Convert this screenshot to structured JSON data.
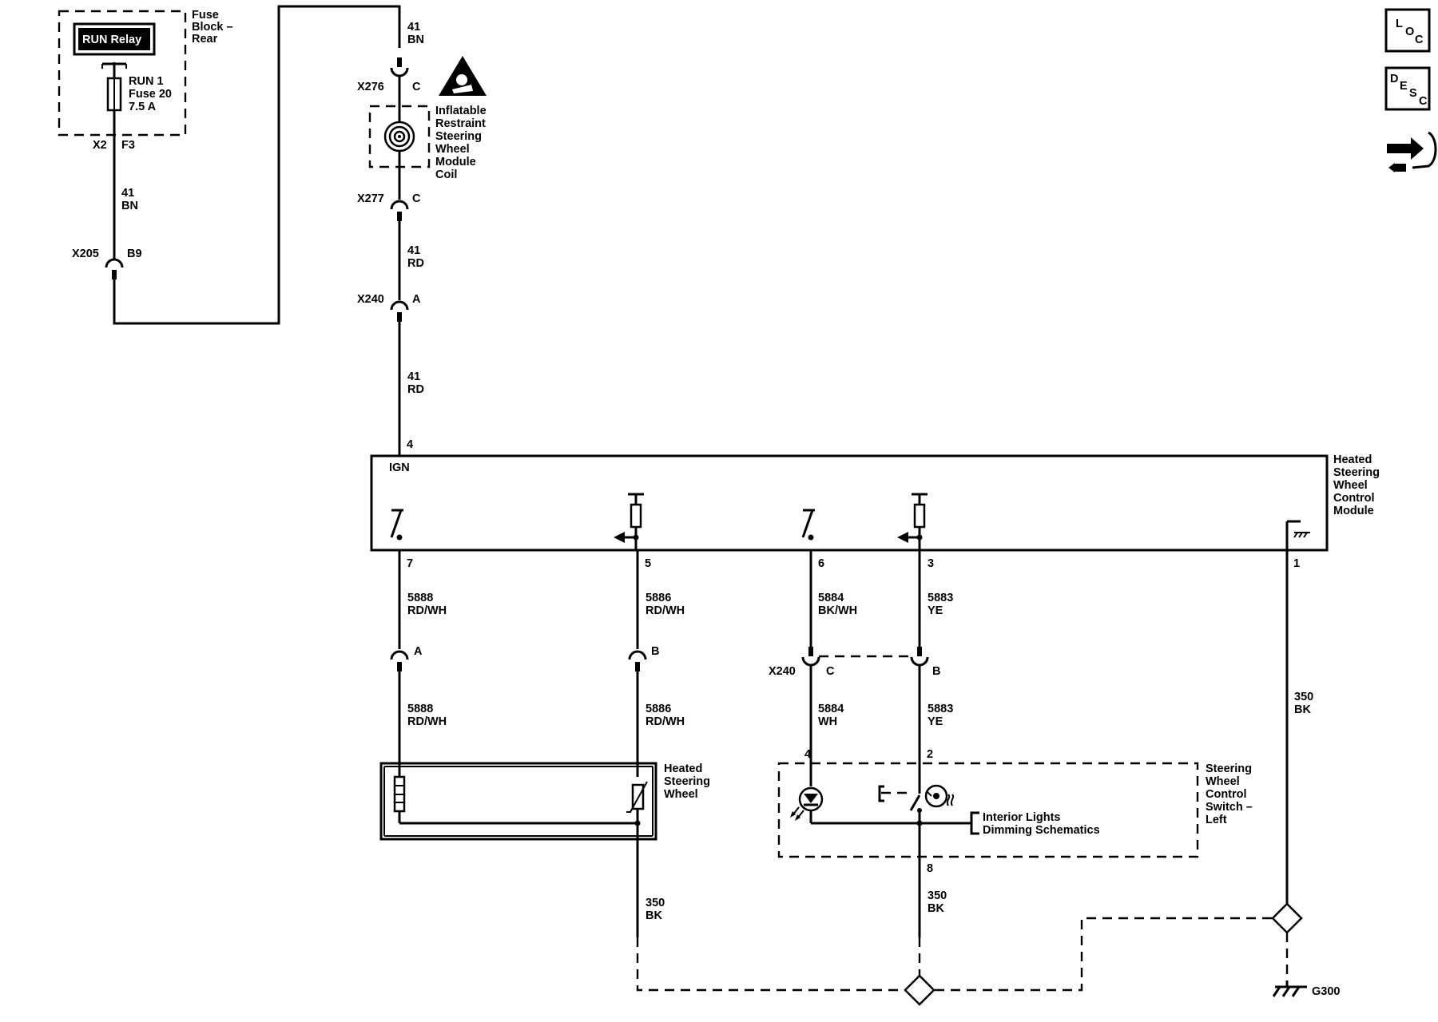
{
  "side_icons": {
    "loc": [
      "L",
      "O",
      "C"
    ],
    "desc": [
      "D",
      "E",
      "S",
      "C"
    ]
  },
  "fuse_block": {
    "title": [
      "Fuse",
      "Block –",
      "Rear"
    ],
    "relay": "RUN Relay",
    "fuse": [
      "RUN 1",
      "Fuse 20",
      "7.5 A"
    ],
    "pins": [
      "X2",
      "F3"
    ]
  },
  "left_wire": {
    "circuit": "41",
    "color": "BN",
    "connector": "X205",
    "pin": "B9"
  },
  "center_wire": {
    "top": {
      "circuit": "41",
      "color": "BN"
    },
    "x276": {
      "name": "X276",
      "pin": "C"
    },
    "x277": {
      "name": "X277",
      "pin": "C"
    },
    "mid": {
      "circuit": "41",
      "color": "RD"
    },
    "x240": {
      "name": "X240",
      "pin": "A"
    },
    "low": {
      "circuit": "41",
      "color": "RD"
    },
    "module_pin": "4"
  },
  "coil_label": [
    "Inflatable",
    "Restraint",
    "Steering",
    "Wheel",
    "Module",
    "Coil"
  ],
  "module": {
    "title": [
      "Heated",
      "Steering",
      "Wheel",
      "Control",
      "Module"
    ],
    "ign": "IGN",
    "pins": [
      "7",
      "5",
      "6",
      "3",
      "1"
    ]
  },
  "circuits": {
    "p7_upper": {
      "circuit": "5888",
      "color": "RD/WH"
    },
    "p7_conn": "A",
    "p7_lower": {
      "circuit": "5888",
      "color": "RD/WH"
    },
    "p5_upper": {
      "circuit": "5886",
      "color": "RD/WH"
    },
    "p5_conn": "B",
    "p5_lower": {
      "circuit": "5886",
      "color": "RD/WH"
    },
    "p5_ground": {
      "circuit": "350",
      "color": "BK"
    },
    "p6_upper": {
      "circuit": "5884",
      "color": "BK/WH"
    },
    "p6_lower": {
      "circuit": "5884",
      "color": "WH"
    },
    "p3_upper": {
      "circuit": "5883",
      "color": "YE"
    },
    "p3_lower": {
      "circuit": "5883",
      "color": "YE"
    },
    "p1_ground": {
      "circuit": "350",
      "color": "BK"
    },
    "x240_lower": {
      "name": "X240",
      "pin_c": "C",
      "pin_b": "B"
    }
  },
  "heated_wheel": [
    "Heated",
    "Steering",
    "Wheel"
  ],
  "switch": {
    "title": [
      "Steering",
      "Wheel",
      "Control",
      "Switch –",
      "Left"
    ],
    "pins": [
      "4",
      "2",
      "8"
    ],
    "reference": [
      "Interior Lights",
      "Dimming Schematics"
    ],
    "ground": {
      "circuit": "350",
      "color": "BK"
    }
  },
  "ground_label": "G300"
}
